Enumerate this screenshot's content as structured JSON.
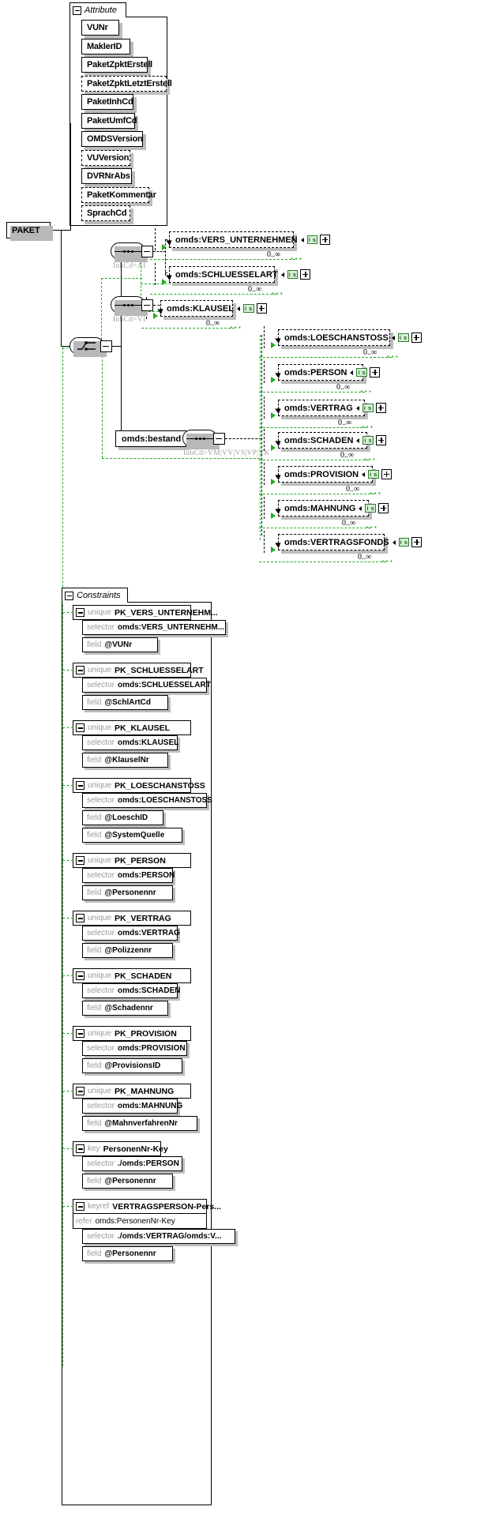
{
  "diagram": {
    "title": "PAKET",
    "root_element": {
      "label": "PAKET"
    },
    "attribute_group": {
      "title": "Attribute",
      "attributes": [
        {
          "label": "VUNr",
          "optional": false
        },
        {
          "label": "MaklerID",
          "optional": false
        },
        {
          "label": "PaketZpktErstell",
          "optional": false
        },
        {
          "label": "PaketZpktLetztErstell",
          "optional": true
        },
        {
          "label": "PaketInhCd",
          "optional": false
        },
        {
          "label": "PaketUmfCd",
          "optional": false
        },
        {
          "label": "OMDSVersion",
          "optional": false
        },
        {
          "label": "VUVersion",
          "optional": true
        },
        {
          "label": "DVRNrAbs",
          "optional": false
        },
        {
          "label": "PaketKommentar",
          "optional": true
        },
        {
          "label": "SprachCd",
          "optional": true
        }
      ]
    },
    "compositors": [
      {
        "type": "sequence",
        "annotation": "InhCd=AI"
      },
      {
        "type": "sequence",
        "annotation": "InhCd=VI"
      },
      {
        "type": "choice",
        "annotation": ""
      },
      {
        "type": "sequence",
        "annotation": "InhCd=VM|VV|VS|VP|VK"
      }
    ],
    "bestand_element": {
      "label": "omds:bestand"
    },
    "elements": [
      {
        "label": "omds:VERS_UNTERNEHMEN",
        "badge": "i s",
        "cardinality": "0..∞",
        "expandable": true
      },
      {
        "label": "omds:SCHLUESSELART",
        "badge": "i s",
        "cardinality": "0..∞",
        "expandable": true
      },
      {
        "label": "omds:KLAUSEL",
        "badge": "i s",
        "cardinality": "0..∞",
        "expandable": true
      },
      {
        "label": "omds:LOESCHANSTOSS",
        "badge": "i s",
        "cardinality": "0..∞",
        "expandable": true
      },
      {
        "label": "omds:PERSON",
        "badge": "i s",
        "cardinality": "0..∞",
        "expandable": true
      },
      {
        "label": "omds:VERTRAG",
        "badge": "i s",
        "cardinality": "0..∞",
        "expandable": true
      },
      {
        "label": "omds:SCHADEN",
        "badge": "i s",
        "cardinality": "0..∞",
        "expandable": true
      },
      {
        "label": "omds:PROVISION",
        "badge": "i s",
        "cardinality": "0..∞",
        "expandable": true
      },
      {
        "label": "omds:MAHNUNG",
        "badge": "i s",
        "cardinality": "0..∞",
        "expandable": true
      },
      {
        "label": "omds:VERTRAGSFONDS",
        "badge": "i s",
        "cardinality": "0..∞",
        "expandable": true
      }
    ],
    "constraints_group": {
      "title": "Constraints",
      "items": [
        {
          "kind": "unique",
          "name": "PK_VERS_UNTERNEHM...",
          "rows": [
            {
              "kw": "selector",
              "val": "omds:VERS_UNTERNEHM..."
            },
            {
              "kw": "field",
              "val": "@VUNr"
            }
          ]
        },
        {
          "kind": "unique",
          "name": "PK_SCHLUESSELART",
          "rows": [
            {
              "kw": "selector",
              "val": "omds:SCHLUESSELART"
            },
            {
              "kw": "field",
              "val": "@SchlArtCd"
            }
          ]
        },
        {
          "kind": "unique",
          "name": "PK_KLAUSEL",
          "rows": [
            {
              "kw": "selector",
              "val": "omds:KLAUSEL"
            },
            {
              "kw": "field",
              "val": "@KlauselNr"
            }
          ]
        },
        {
          "kind": "unique",
          "name": "PK_LOESCHANSTOSS",
          "rows": [
            {
              "kw": "selector",
              "val": "omds:LOESCHANSTOSS"
            },
            {
              "kw": "field",
              "val": "@LoeschID"
            },
            {
              "kw": "field",
              "val": "@SystemQuelle"
            }
          ]
        },
        {
          "kind": "unique",
          "name": "PK_PERSON",
          "rows": [
            {
              "kw": "selector",
              "val": "omds:PERSON"
            },
            {
              "kw": "field",
              "val": "@Personennr"
            }
          ]
        },
        {
          "kind": "unique",
          "name": "PK_VERTRAG",
          "rows": [
            {
              "kw": "selector",
              "val": "omds:VERTRAG"
            },
            {
              "kw": "field",
              "val": "@Polizzennr"
            }
          ]
        },
        {
          "kind": "unique",
          "name": "PK_SCHADEN",
          "rows": [
            {
              "kw": "selector",
              "val": "omds:SCHADEN"
            },
            {
              "kw": "field",
              "val": "@Schadennr"
            }
          ]
        },
        {
          "kind": "unique",
          "name": "PK_PROVISION",
          "rows": [
            {
              "kw": "selector",
              "val": "omds:PROVISION"
            },
            {
              "kw": "field",
              "val": "@ProvisionsID"
            }
          ]
        },
        {
          "kind": "unique",
          "name": "PK_MAHNUNG",
          "rows": [
            {
              "kw": "selector",
              "val": "omds:MAHNUNG"
            },
            {
              "kw": "field",
              "val": "@MahnverfahrenNr"
            }
          ]
        },
        {
          "kind": "key",
          "name": "PersonenNr-Key",
          "rows": [
            {
              "kw": "selector",
              "val": "./omds:PERSON"
            },
            {
              "kw": "field",
              "val": "@Personennr"
            }
          ]
        },
        {
          "kind": "keyref",
          "name": "VERTRAGSPERSON-Pers...",
          "refer": "omds:PersonenNr-Key",
          "rows": [
            {
              "kw": "selector",
              "val": "./omds:VERTRAG/omds:V..."
            },
            {
              "kw": "field",
              "val": "@Personennr"
            }
          ]
        }
      ]
    }
  }
}
